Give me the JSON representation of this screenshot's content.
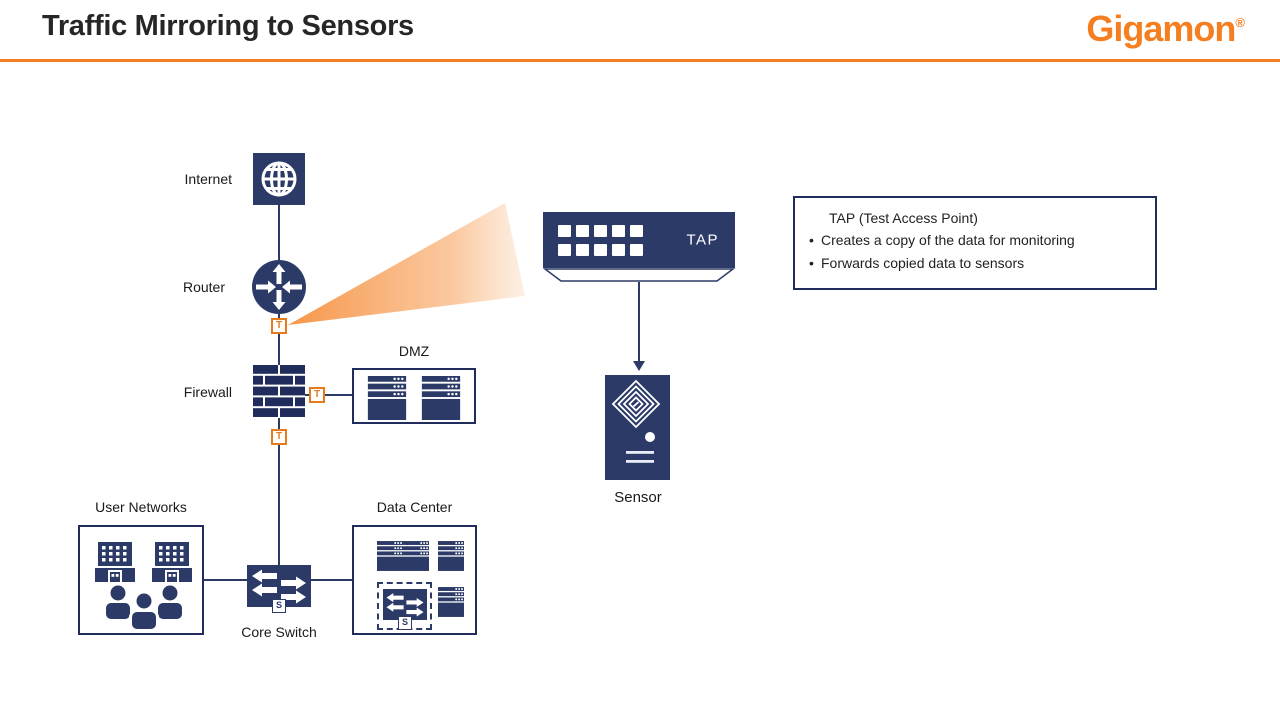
{
  "header": {
    "title": "Traffic Mirroring to Sensors",
    "brand": "Gigamon",
    "registered": "®"
  },
  "colors": {
    "navy": "#2B3A67",
    "navy_border": "#1F2C5C",
    "orange": "#F57E20",
    "beam_start": "#F6903F",
    "beam_end": "#FBE3CE",
    "title_text": "#262626"
  },
  "nodes": {
    "internet": "Internet",
    "router": "Router",
    "firewall": "Firewall",
    "dmz": "DMZ",
    "user_networks": "User Networks",
    "core_switch": "Core Switch",
    "data_center": "Data Center",
    "tap": "TAP",
    "sensor": "Sensor"
  },
  "badges": {
    "tap": "T",
    "span": "S"
  },
  "info_box": {
    "title": "TAP (Test Access Point)",
    "bullets": [
      "Creates a copy of the data for monitoring",
      "Forwards copied data to sensors"
    ]
  }
}
